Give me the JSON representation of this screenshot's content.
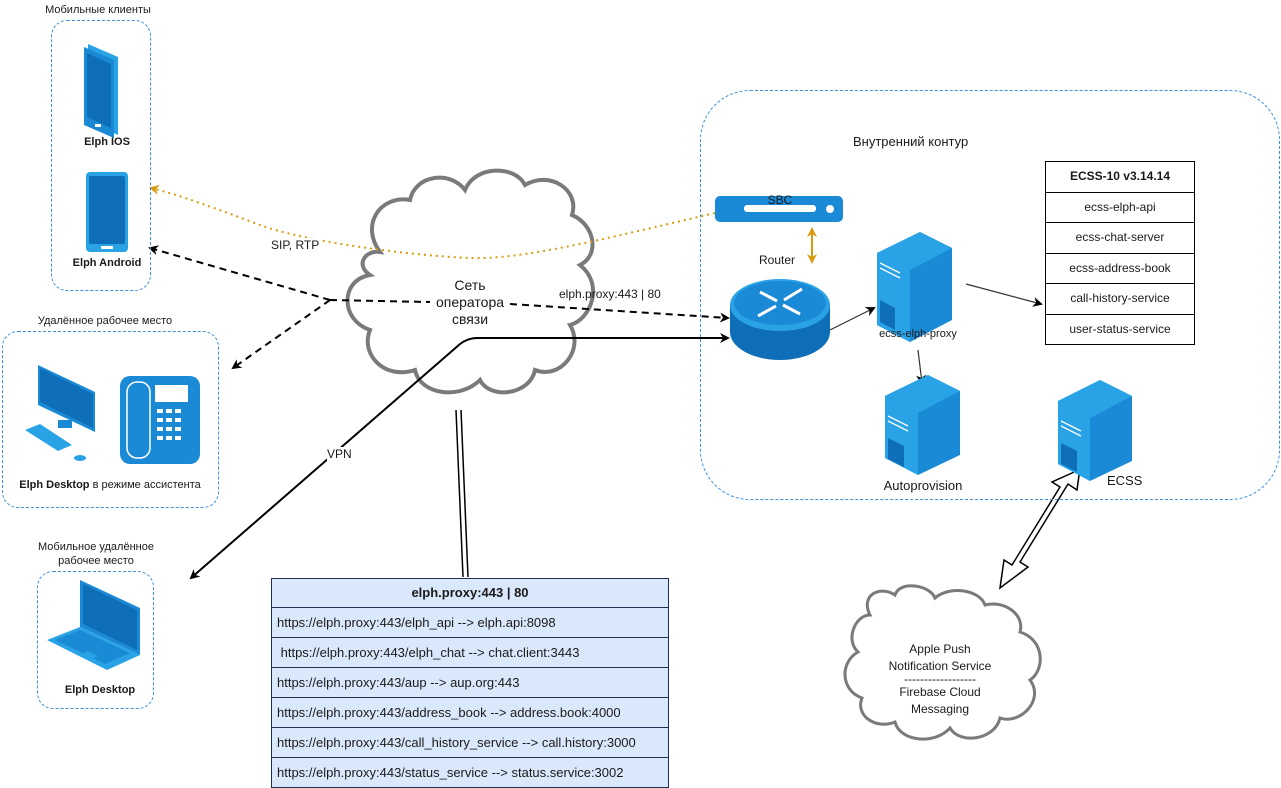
{
  "groups": {
    "mobile_clients": {
      "title": "Мобильные клиенты",
      "ios_label": "Elph IOS",
      "android_label": "Elph Android"
    },
    "remote_workplace": {
      "title": "Удалённое рабочее место",
      "desktop_label_bold": "Elph Desktop",
      "desktop_label_rest": " в режиме ассистента"
    },
    "mobile_remote_workplace": {
      "title_line1": "Мобильное удалённое",
      "title_line2": "рабочее место",
      "laptop_label": "Elph Desktop"
    },
    "internal": {
      "title": "Внутренний контур"
    }
  },
  "operator_cloud": {
    "line1": "Сеть",
    "line2": "оператора",
    "line3": "связи"
  },
  "push_cloud": {
    "line1": "Apple Push",
    "line2": "Notification Service",
    "line3": "------------------",
    "line4": "Firebase Cloud",
    "line5": "Messaging"
  },
  "edges": {
    "sip_rtp": "SIP, RTP",
    "proxy_port": "elph.proxy:443 | 80",
    "vpn": "VPN"
  },
  "nodes": {
    "sbc": "SBC",
    "router": "Router",
    "proxy_server": "ecss-elph-proxy",
    "autoprovision": "Autoprovision",
    "ecss": "ECSS"
  },
  "ecss_table": {
    "title": "ECSS-10 v3.14.14",
    "rows": [
      "ecss-elph-api",
      "ecss-chat-server",
      "ecss-address-book",
      "call-history-service",
      "user-status-service"
    ]
  },
  "proxy_table": {
    "title": "elph.proxy:443 | 80",
    "rows": [
      "https://elph.proxy:443/elph_api --> elph.api:8098",
      " https://elph.proxy:443/elph_chat --> chat.client:3443",
      "https://elph.proxy:443/aup --> aup.org:443",
      "https://elph.proxy:443/address_book --> address.book:4000",
      "https://elph.proxy:443/call_history_service --> call.history:3000",
      "https://elph.proxy:443/status_service --> status.service:3002"
    ]
  },
  "colors": {
    "icon_blue": "#1b8ad6",
    "icon_dark": "#0f6eb8",
    "icon_light": "#29a3e6",
    "group_border": "#3a8fe0",
    "sip_line": "#d89b0c",
    "cloud_stroke": "#7a7a7a",
    "table_fill": "#dae8fc"
  }
}
